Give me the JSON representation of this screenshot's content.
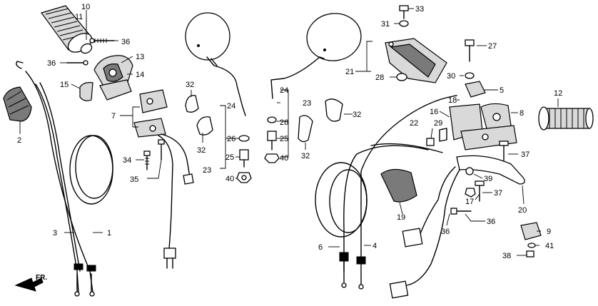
{
  "labels": {
    "n1": "1",
    "n2": "2",
    "n3": "3",
    "n4": "4",
    "n5": "5",
    "n6": "6",
    "n7": "7",
    "n8": "8",
    "n9": "9",
    "n10": "10",
    "n11": "11",
    "n12": "12",
    "n13": "13",
    "n14": "14",
    "n15": "15",
    "n16": "16",
    "n17": "17",
    "n18": "18",
    "n19": "19",
    "n20": "20",
    "n21": "21",
    "n22": "22",
    "n23a": "23",
    "n23b": "23",
    "n24a": "24",
    "n24b": "24",
    "n25a": "25",
    "n25b": "25",
    "n26a": "26",
    "n26b": "26",
    "n27": "27",
    "n28": "28",
    "n29": "29",
    "n30": "30",
    "n31": "31",
    "n32a": "32",
    "n32b": "32",
    "n32c": "32",
    "n32d": "32",
    "n33": "33",
    "n34": "34",
    "n35": "35",
    "n36a": "36",
    "n36b": "36",
    "n36c": "36",
    "n36d": "36",
    "n37a": "37",
    "n37b": "37",
    "n38": "38",
    "n39": "39",
    "n40a": "40",
    "n40b": "40",
    "n41": "41"
  },
  "front_arrow": "FR."
}
